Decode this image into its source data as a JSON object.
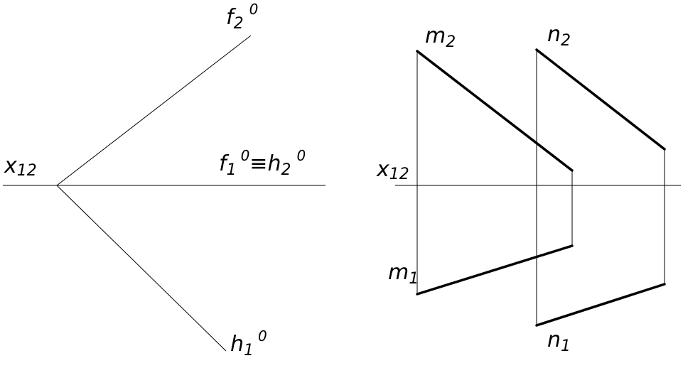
{
  "left_figure": {
    "axis_label": {
      "base": "x",
      "sub": "12"
    },
    "f2_label": {
      "base": "f",
      "sub": "2",
      "sup": "0"
    },
    "h1_label": {
      "base": "h",
      "sub": "1",
      "sup": "0"
    },
    "coincide_label": {
      "a_base": "f",
      "a_sub": "1",
      "a_sup": "0",
      "symbol": "≡",
      "b_base": "h",
      "b_sub": "2",
      "b_sup": "0"
    }
  },
  "right_figure": {
    "axis_label": {
      "base": "x",
      "sub": "12"
    },
    "m2_label": {
      "base": "m",
      "sub": "2"
    },
    "n2_label": {
      "base": "n",
      "sub": "2"
    },
    "m1_label": {
      "base": "m",
      "sub": "1"
    },
    "n1_label": {
      "base": "n",
      "sub": "1"
    }
  }
}
